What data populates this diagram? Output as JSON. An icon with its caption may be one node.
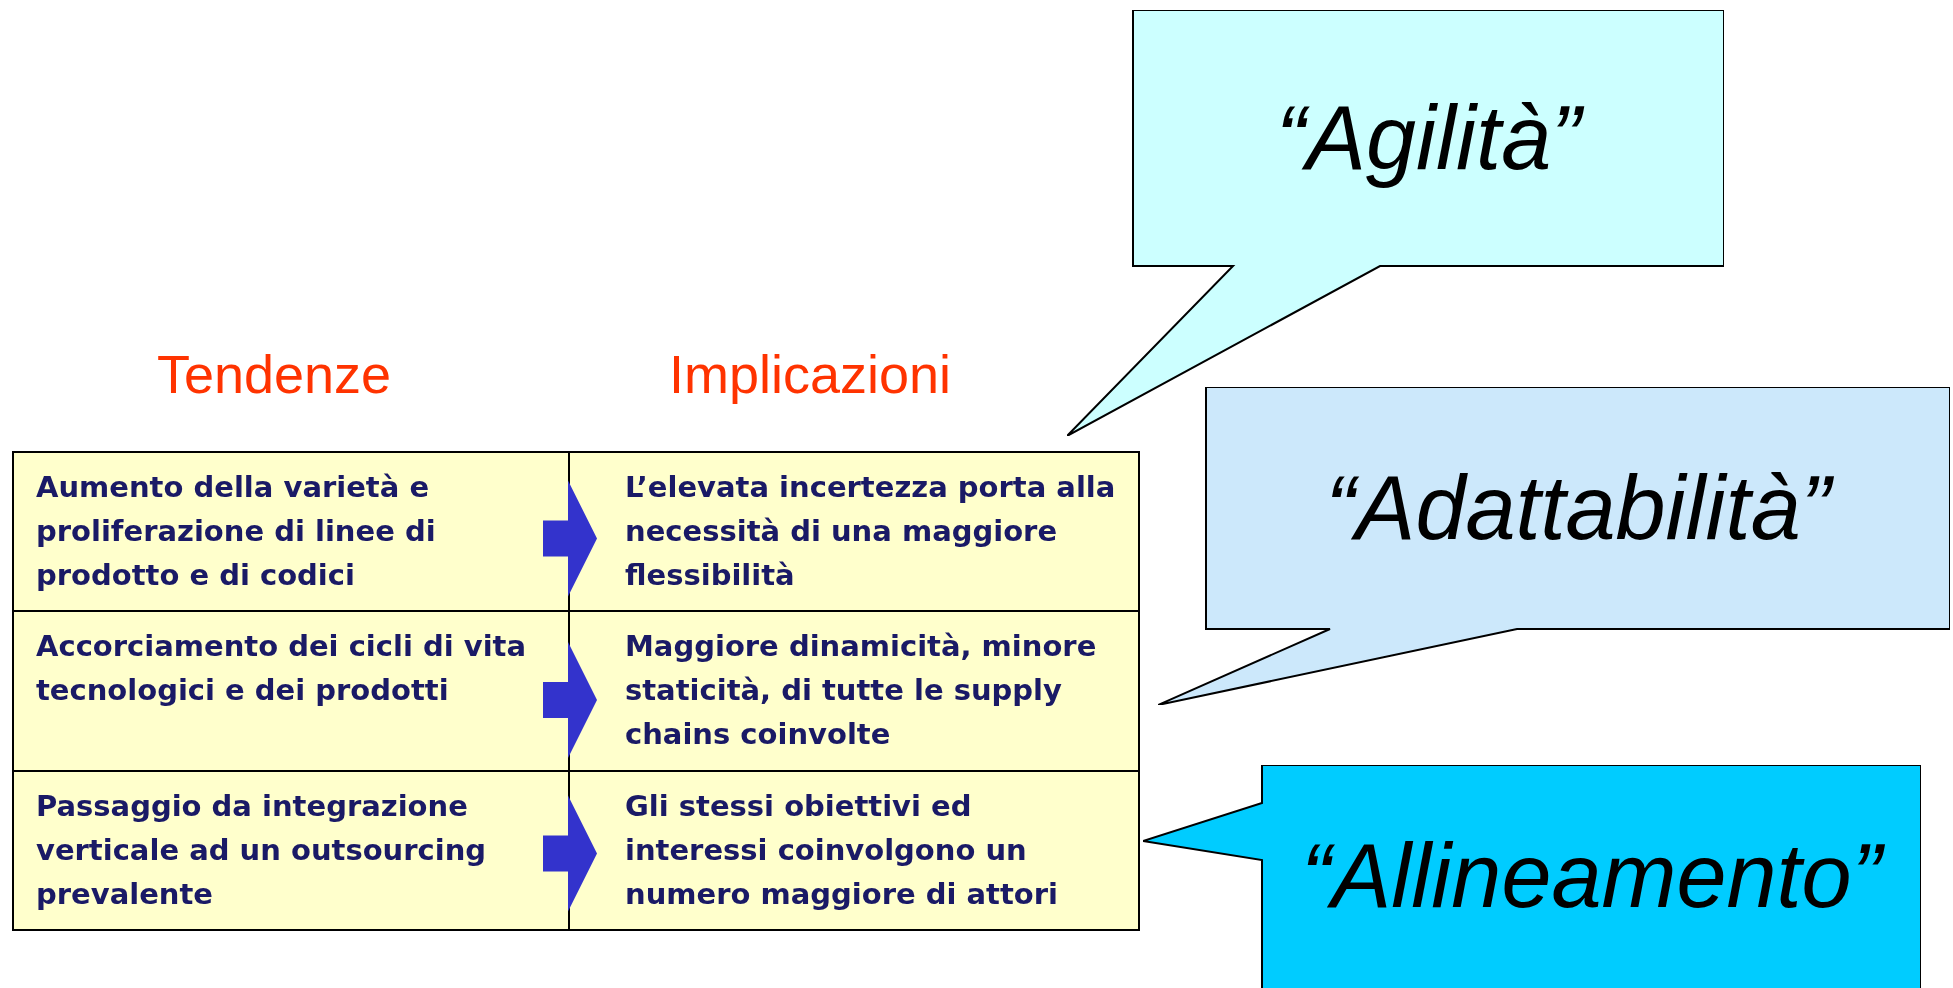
{
  "diagram": {
    "nodes": [
      {
        "text": [
          "Aumento della varietà e proliferazione di linee di prodotto e di codici"
        ]
      },
      {
        "text": [
          "Accorciamento dei cicli di vita tecnologici e dei prodotti"
        ]
      },
      {
        "text": [
          "Passaggio da integrazione verticale ad un outsourcing prevalente"
        ]
      },
      {
        "text": [
          "L’elevata incertezza porta alla necessità di una maggiore flessibilità"
        ]
      },
      {
        "text": [
          "Maggiore dinamicità, minore staticità, di tutte le supply chains coinvolte"
        ]
      },
      {
        "text": [
          "Gli stessi obiettivi ed interessi coinvolgono un numero maggiore di attori"
        ]
      },
      {
        "text": [
          "“Agilità”"
        ]
      },
      {
        "text": [
          "“Adattabilità”"
        ]
      },
      {
        "text": [
          "“Allineamento”"
        ]
      }
    ],
    "edges": [
      {
        "from": 0,
        "to": 3,
        "arrow": "to"
      },
      {
        "from": 1,
        "to": 4,
        "arrow": "to"
      },
      {
        "from": 2,
        "to": 5,
        "arrow": "to"
      }
    ],
    "labels": [
      "Tendenze",
      "Implicazioni"
    ]
  }
}
